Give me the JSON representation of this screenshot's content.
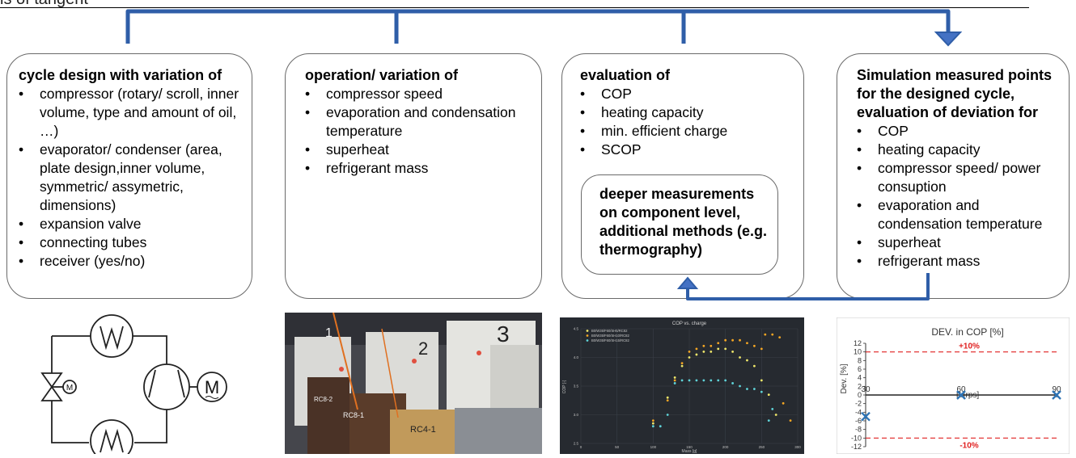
{
  "header_fragment": "is of tangent",
  "boxes": {
    "cycle": {
      "title": "cycle design with variation of",
      "items": [
        "compressor (rotary/ scroll, inner volume, type and amount of oil, …)",
        "evaporator/ condenser (area, plate design,inner volume, symmetric/ assymetric, dimensions)",
        "expansion valve",
        "connecting tubes",
        "receiver (yes/no)"
      ]
    },
    "operation": {
      "title": "operation/ variation of",
      "items": [
        "compressor speed",
        "evaporation and condensation temperature",
        "superheat",
        "refrigerant mass"
      ]
    },
    "evaluation": {
      "title": "evaluation of",
      "items": [
        "COP",
        "heating capacity",
        "min. efficient charge",
        "SCOP"
      ],
      "inner_text": "deeper measurements on component level, additional methods (e.g. thermography)"
    },
    "simulation": {
      "title": "Simulation measured points for the designed cycle, evaluation of deviation for",
      "items": [
        "COP",
        "heating capacity",
        "compressor speed/ power consuption",
        "evaporation and condensation temperature",
        "superheat",
        "refrigerant mass"
      ]
    }
  },
  "schematic": {
    "motor_label": "M",
    "valve_label": "M"
  },
  "photo": {
    "labels": [
      "1",
      "2",
      "3",
      "RC8-1",
      "RC4-1",
      "RC8-2"
    ]
  },
  "chart_data": [
    {
      "type": "scatter",
      "title": "COP vs. charge",
      "xlabel": "Mass [g]",
      "ylabel": "COP [-]",
      "xlim": [
        0,
        300
      ],
      "ylim": [
        2.5,
        4.5
      ],
      "xticks": [
        "0",
        "50",
        "100",
        "150",
        "200",
        "250",
        "300"
      ],
      "yticks": [
        "2.5",
        "3.0",
        "3.5",
        "4.0",
        "4.5"
      ],
      "colors": {
        "background": "#262a30",
        "s1": "#f0e86a",
        "s2": "#f5a623",
        "s3": "#5fd3d8"
      },
      "series": [
        {
          "name": "B0/W35/F60/SH5/RC82",
          "points": [
            [
              100,
              2.85
            ],
            [
              120,
              3.3
            ],
            [
              130,
              3.65
            ],
            [
              140,
              3.85
            ],
            [
              150,
              4.0
            ],
            [
              160,
              4.05
            ],
            [
              170,
              4.1
            ],
            [
              180,
              4.1
            ],
            [
              190,
              4.15
            ],
            [
              200,
              4.15
            ],
            [
              210,
              4.1
            ],
            [
              220,
              4.0
            ],
            [
              230,
              3.95
            ],
            [
              240,
              3.85
            ],
            [
              250,
              3.6
            ],
            [
              260,
              3.35
            ],
            [
              270,
              3.0
            ]
          ]
        },
        {
          "name": "B0/W35/F60/SH10/RC82",
          "points": [
            [
              100,
              2.9
            ],
            [
              120,
              3.25
            ],
            [
              130,
              3.6
            ],
            [
              140,
              3.9
            ],
            [
              150,
              4.1
            ],
            [
              160,
              4.15
            ],
            [
              170,
              4.2
            ],
            [
              180,
              4.2
            ],
            [
              190,
              4.25
            ],
            [
              200,
              4.3
            ],
            [
              210,
              4.3
            ],
            [
              220,
              4.3
            ],
            [
              230,
              4.25
            ],
            [
              240,
              4.2
            ],
            [
              250,
              4.15
            ],
            [
              255,
              4.4
            ],
            [
              265,
              4.4
            ],
            [
              275,
              4.35
            ],
            [
              280,
              3.2
            ],
            [
              290,
              2.9
            ]
          ]
        },
        {
          "name": "B0/W35/F60/SH15/RC82",
          "points": [
            [
              100,
              2.8
            ],
            [
              110,
              2.8
            ],
            [
              120,
              3.0
            ],
            [
              130,
              3.55
            ],
            [
              140,
              3.6
            ],
            [
              150,
              3.6
            ],
            [
              160,
              3.6
            ],
            [
              170,
              3.6
            ],
            [
              180,
              3.6
            ],
            [
              190,
              3.6
            ],
            [
              200,
              3.6
            ],
            [
              210,
              3.55
            ],
            [
              220,
              3.5
            ],
            [
              230,
              3.45
            ],
            [
              240,
              3.45
            ],
            [
              250,
              3.4
            ],
            [
              260,
              2.9
            ],
            [
              265,
              3.1
            ]
          ]
        }
      ]
    },
    {
      "type": "line",
      "title": "DEV. in COP [%]",
      "xlabel": "F [rps]",
      "ylabel": "Dev. [%]",
      "xlim": [
        30,
        90
      ],
      "ylim": [
        -12,
        12
      ],
      "xticks": [
        "30",
        "60",
        "90"
      ],
      "yticks": [
        "12",
        "10",
        "8",
        "6",
        "4",
        "2",
        "0",
        "-2",
        "-4",
        "-6",
        "-8",
        "-10",
        "-12"
      ],
      "limit_lines": [
        {
          "value": 10,
          "label": "+10%"
        },
        {
          "value": -10,
          "label": "-10%"
        }
      ],
      "colors": {
        "limit": "#e02020",
        "marker": "#2e74b5"
      },
      "series": [
        {
          "x": [
            30,
            60,
            90
          ],
          "y": [
            -5,
            0,
            0
          ]
        }
      ]
    }
  ]
}
